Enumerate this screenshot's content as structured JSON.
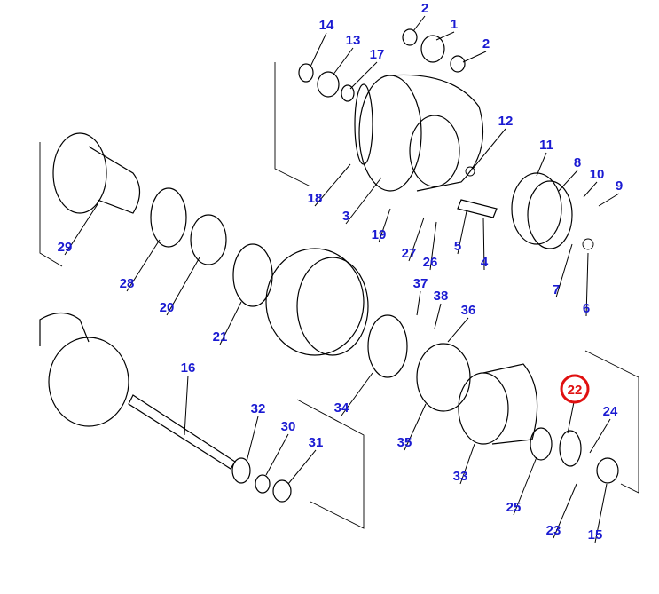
{
  "diagram": {
    "title": "Final drive exploded parts diagram",
    "highlight_color": "#e01010",
    "label_color": "#1a1ad2",
    "labels": [
      "14",
      "13",
      "17",
      "2",
      "1",
      "2",
      "12",
      "11",
      "8",
      "10",
      "9",
      "18",
      "3",
      "19",
      "27",
      "26",
      "5",
      "4",
      "7",
      "6",
      "29",
      "28",
      "20",
      "21",
      "37",
      "38",
      "36",
      "16",
      "34",
      "32",
      "30",
      "31",
      "35",
      "22",
      "24",
      "33",
      "25",
      "23",
      "15"
    ],
    "highlighted_label": "22"
  }
}
